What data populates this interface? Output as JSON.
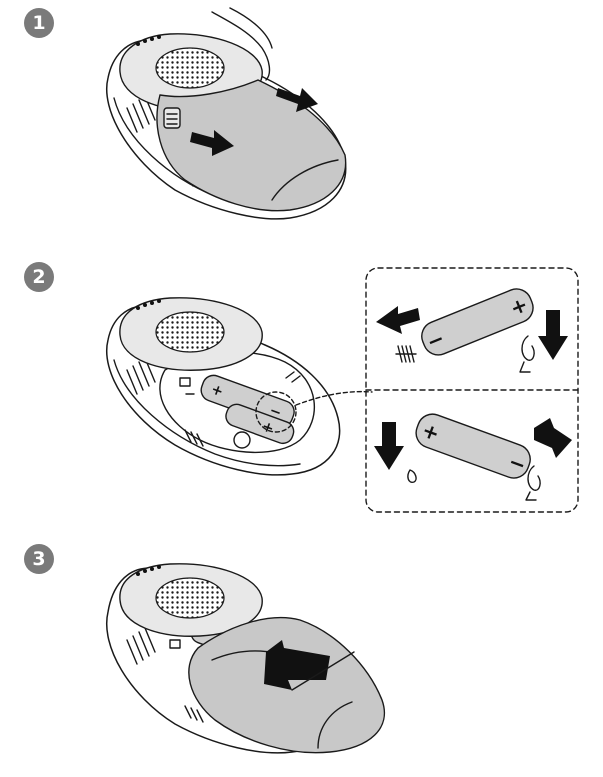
{
  "steps": [
    {
      "number": "1"
    },
    {
      "number": "2"
    },
    {
      "number": "3"
    }
  ],
  "battery_marks": {
    "plus": "+",
    "minus": "−"
  },
  "colors": {
    "badge": "#7a7a7a",
    "cover": "#c8c8c8",
    "battery": "#cfcfcf",
    "arrow": "#111111"
  }
}
